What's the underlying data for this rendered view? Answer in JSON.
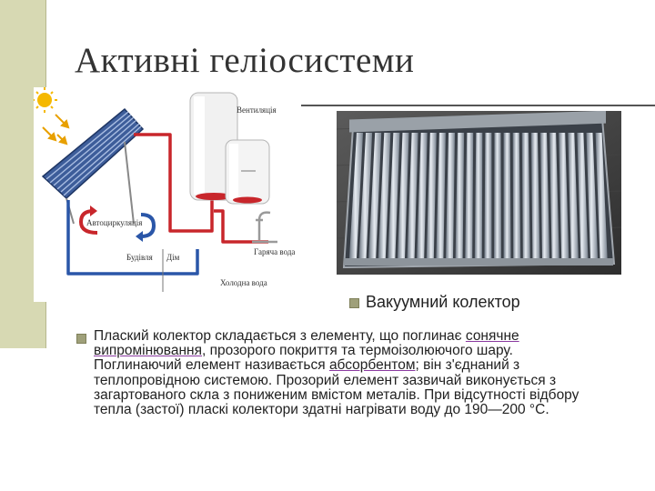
{
  "slide": {
    "title": "Активні геліосистеми",
    "caption": "Вакуумний колектор",
    "paragraph": {
      "part1": "Плаский колектор складається з елементу, що поглинає ",
      "link1": "сонячне випромінювання",
      "part2": ", прозорого покриття та термоізолюючого шару. Поглинаючий елемент називається ",
      "link2": "абсорбентом",
      "part3": "; він з'єднаний з теплопровідною системою. Прозорий елемент зазвичай виконується з загартованого скла з пониженим вмістом металів. При відсутності відбору тепла (застої) пласкі колектори здатні нагрівати воду до 190—200 °C."
    }
  },
  "diagram": {
    "labels": {
      "ventilation": "Вентиляція",
      "auto_circulation": "Автоциркуляція",
      "building": "Будівля",
      "home": "Дім",
      "hot_water": "Гаряча вода",
      "cold_water": "Холодна вода"
    }
  },
  "colors": {
    "hot_pipe": "#c8262b",
    "cold_pipe": "#2a56a8",
    "bullet": "#9fa07a",
    "side_bar": "#d7d9b3"
  }
}
